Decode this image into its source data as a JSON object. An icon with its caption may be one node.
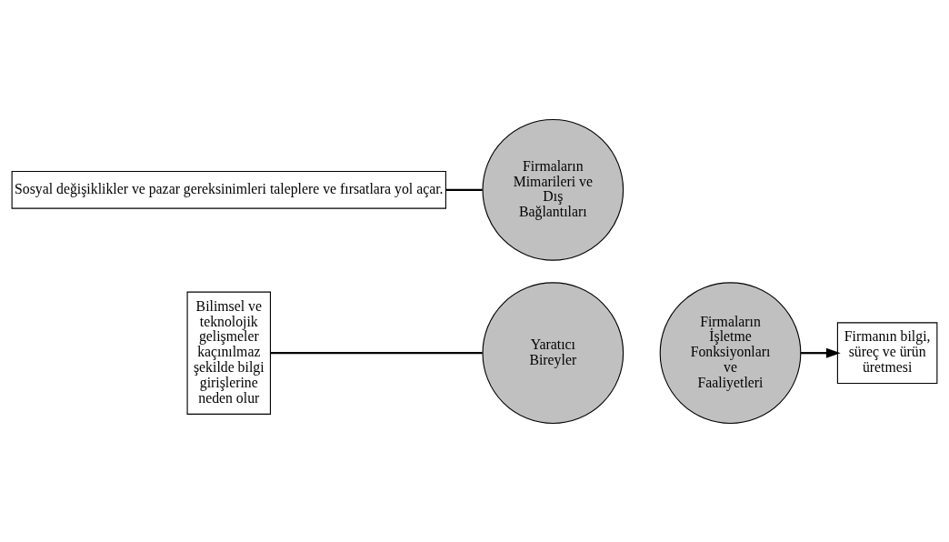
{
  "diagram": {
    "nodes": [
      {
        "text": [
          "Bilimsel ve teknolojik gelişmeler kaçınılmaz şekilde bilgi girişlerine neden olur"
        ]
      },
      {
        "text": [
          "Yaratıcı Bireyler"
        ]
      },
      {
        "text": [
          "Firmaların İşletme Fonksiyonları ve Faaliyetleri"
        ]
      },
      {
        "text": [
          "Firmaların Mimarileri ve Dış Bağlantıları"
        ]
      },
      {
        "text": [
          "Firmanın bilgi, süreç ve ürün üretmesi"
        ]
      },
      {
        "text": [
          "Sosyal değişiklikler ve pazar gereksinimleri taleplere ve fırsatlara yol açar."
        ]
      }
    ],
    "edges": [
      {
        "from": 0,
        "to": 1,
        "arrow": "none"
      },
      {
        "from": 2,
        "to": 4,
        "arrow": "to"
      },
      {
        "from": 5,
        "to": 3,
        "arrow": "none"
      }
    ]
  }
}
